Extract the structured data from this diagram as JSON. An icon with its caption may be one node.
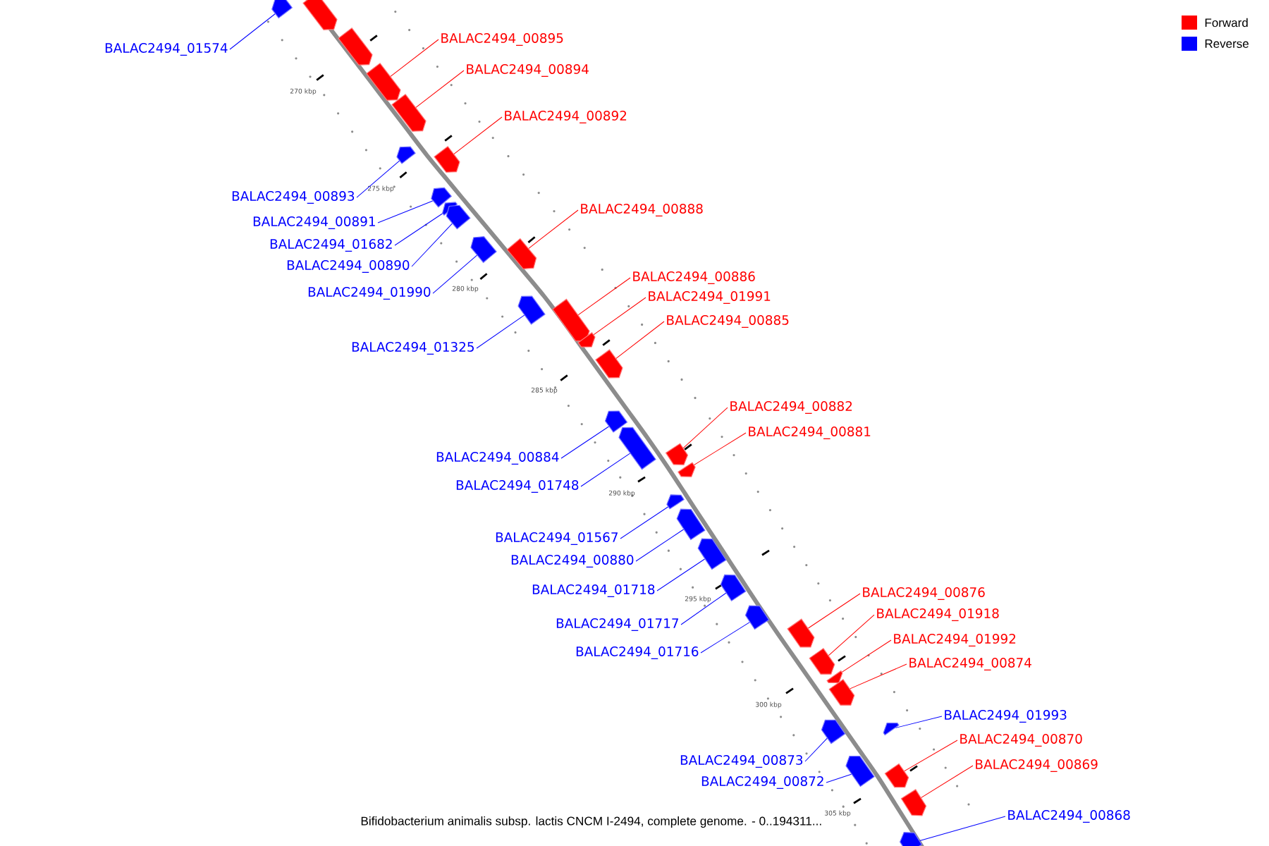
{
  "diagram": {
    "caption": "Bifidobacterium animalis subsp. lactis CNCM I-2494, complete genome. - 0..194311...",
    "nodes": [
      {
        "text": [
          "BALAC2494_00895"
        ]
      },
      {
        "text": [
          "BALAC2494_01574"
        ]
      },
      {
        "text": [
          "BALAC2494_00894"
        ]
      },
      {
        "text": [
          "BALAC2494_00892"
        ]
      },
      {
        "text": [
          "BALAC2494_00893"
        ]
      },
      {
        "text": [
          "BALAC2494_00888"
        ]
      },
      {
        "text": [
          "BALAC2494_00891"
        ]
      },
      {
        "text": [
          "BALAC2494_01682"
        ]
      },
      {
        "text": [
          "BALAC2494_00890"
        ]
      },
      {
        "text": [
          "BALAC2494_00886"
        ]
      },
      {
        "text": [
          "BALAC2494_01990"
        ]
      },
      {
        "text": [
          "BALAC2494_01991"
        ]
      },
      {
        "text": [
          "BALAC2494_00885"
        ]
      },
      {
        "text": [
          "BALAC2494_01325"
        ]
      },
      {
        "text": [
          "BALAC2494_00882"
        ]
      },
      {
        "text": [
          "BALAC2494_00881"
        ]
      },
      {
        "text": [
          "BALAC2494_00884"
        ]
      },
      {
        "text": [
          "BALAC2494_01748"
        ]
      },
      {
        "text": [
          "BALAC2494_01567"
        ]
      },
      {
        "text": [
          "BALAC2494_00880"
        ]
      },
      {
        "text": [
          "BALAC2494_01718"
        ]
      },
      {
        "text": [
          "BALAC2494_00876"
        ]
      },
      {
        "text": [
          "BALAC2494_01918"
        ]
      },
      {
        "text": [
          "BALAC2494_01717"
        ]
      },
      {
        "text": [
          "BALAC2494_01992"
        ]
      },
      {
        "text": [
          "BALAC2494_01716"
        ]
      },
      {
        "text": [
          "BALAC2494_00874"
        ]
      },
      {
        "text": [
          "BALAC2494_01993"
        ]
      },
      {
        "text": [
          "BALAC2494_00870"
        ]
      },
      {
        "text": [
          "BALAC2494_00873"
        ]
      },
      {
        "text": [
          "BALAC2494_00869"
        ]
      },
      {
        "text": [
          "BALAC2494_00872"
        ]
      },
      {
        "text": [
          "BALAC2494_00868"
        ]
      },
      {
        "text": [],
        "shape": "box"
      },
      {
        "text": [],
        "shape": "box"
      },
      {
        "text": [],
        "shape": "box"
      },
      {
        "text": [],
        "shape": "box"
      },
      {
        "text": [],
        "shape": "box"
      },
      {
        "text": [],
        "shape": "box"
      },
      {
        "text": [],
        "shape": "box"
      },
      {
        "text": [],
        "shape": "box"
      },
      {
        "text": [],
        "shape": "box"
      },
      {
        "text": [],
        "shape": "box"
      },
      {
        "text": [],
        "shape": "box"
      },
      {
        "text": [],
        "shape": "box"
      },
      {
        "text": [],
        "shape": "box"
      },
      {
        "text": [],
        "shape": "box"
      },
      {
        "text": [],
        "shape": "box"
      },
      {
        "text": [],
        "shape": "box"
      },
      {
        "text": [],
        "shape": "box"
      },
      {
        "text": [],
        "shape": "box"
      },
      {
        "text": [],
        "shape": "box"
      },
      {
        "text": [],
        "shape": "box"
      },
      {
        "text": [],
        "shape": "box"
      },
      {
        "text": [],
        "shape": "box"
      },
      {
        "text": [],
        "shape": "box"
      },
      {
        "text": [],
        "shape": "box"
      },
      {
        "text": [],
        "shape": "box"
      },
      {
        "text": [],
        "shape": "box"
      },
      {
        "text": [],
        "shape": "box"
      },
      {
        "text": [],
        "shape": "box"
      },
      {
        "text": [],
        "shape": "box"
      },
      {
        "text": [],
        "shape": "box"
      },
      {
        "text": [],
        "shape": "box"
      },
      {
        "text": [],
        "shape": "box"
      },
      {
        "text": [],
        "shape": "box"
      },
      {
        "text": [],
        "shape": "box"
      },
      {
        "text": [],
        "shape": "box"
      }
    ],
    "edges": [
      {
        "from": 0,
        "to": 33,
        "arrow": "none",
        "color": "#ff0000"
      },
      {
        "from": 1,
        "to": 34,
        "arrow": "none",
        "color": "#0000ff"
      },
      {
        "from": 2,
        "to": 35,
        "arrow": "none",
        "color": "#ff0000"
      },
      {
        "from": 3,
        "to": 36,
        "arrow": "none",
        "color": "#ff0000"
      },
      {
        "from": 4,
        "to": 37,
        "arrow": "none",
        "color": "#0000ff"
      },
      {
        "from": 5,
        "to": 38,
        "arrow": "none",
        "color": "#ff0000"
      },
      {
        "from": 6,
        "to": 39,
        "arrow": "none",
        "color": "#0000ff"
      },
      {
        "from": 7,
        "to": 40,
        "arrow": "none",
        "color": "#0000ff"
      },
      {
        "from": 8,
        "to": 41,
        "arrow": "none",
        "color": "#0000ff"
      },
      {
        "from": 9,
        "to": 42,
        "arrow": "none",
        "color": "#ff0000"
      },
      {
        "from": 10,
        "to": 43,
        "arrow": "none",
        "color": "#0000ff"
      },
      {
        "from": 11,
        "to": 44,
        "arrow": "none",
        "color": "#ff0000"
      },
      {
        "from": 12,
        "to": 45,
        "arrow": "none",
        "color": "#ff0000"
      },
      {
        "from": 13,
        "to": 46,
        "arrow": "none",
        "color": "#0000ff"
      },
      {
        "from": 14,
        "to": 47,
        "arrow": "none",
        "color": "#ff0000"
      },
      {
        "from": 15,
        "to": 48,
        "arrow": "none",
        "color": "#ff0000"
      },
      {
        "from": 16,
        "to": 49,
        "arrow": "none",
        "color": "#0000ff"
      },
      {
        "from": 17,
        "to": 50,
        "arrow": "none",
        "color": "#0000ff"
      },
      {
        "from": 18,
        "to": 51,
        "arrow": "none",
        "color": "#0000ff"
      },
      {
        "from": 19,
        "to": 52,
        "arrow": "none",
        "color": "#0000ff"
      },
      {
        "from": 20,
        "to": 53,
        "arrow": "none",
        "color": "#0000ff"
      },
      {
        "from": 21,
        "to": 54,
        "arrow": "none",
        "color": "#ff0000"
      },
      {
        "from": 22,
        "to": 55,
        "arrow": "none",
        "color": "#ff0000"
      },
      {
        "from": 23,
        "to": 56,
        "arrow": "none",
        "color": "#0000ff"
      },
      {
        "from": 24,
        "to": 57,
        "arrow": "none",
        "color": "#ff0000"
      },
      {
        "from": 25,
        "to": 58,
        "arrow": "none",
        "color": "#0000ff"
      },
      {
        "from": 26,
        "to": 59,
        "arrow": "none",
        "color": "#ff0000"
      },
      {
        "from": 27,
        "to": 60,
        "arrow": "none",
        "color": "#0000ff"
      },
      {
        "from": 28,
        "to": 61,
        "arrow": "none",
        "color": "#ff0000"
      },
      {
        "from": 29,
        "to": 62,
        "arrow": "none",
        "color": "#0000ff"
      },
      {
        "from": 30,
        "to": 63,
        "arrow": "none",
        "color": "#ff0000"
      },
      {
        "from": 31,
        "to": 64,
        "arrow": "none",
        "color": "#0000ff"
      },
      {
        "from": 32,
        "to": 65,
        "arrow": "none",
        "color": "#0000ff"
      }
    ],
    "labels": [
      "270 kbp",
      "275 kbp",
      "280 kbp",
      "285 kbp",
      "290 kbp",
      "295 kbp",
      "300 kbp",
      "305 kbp"
    ],
    "legend": [
      {
        "text": "Forward",
        "color": "#ff0000"
      },
      {
        "text": "Reverse",
        "color": "#0000ff"
      }
    ]
  }
}
